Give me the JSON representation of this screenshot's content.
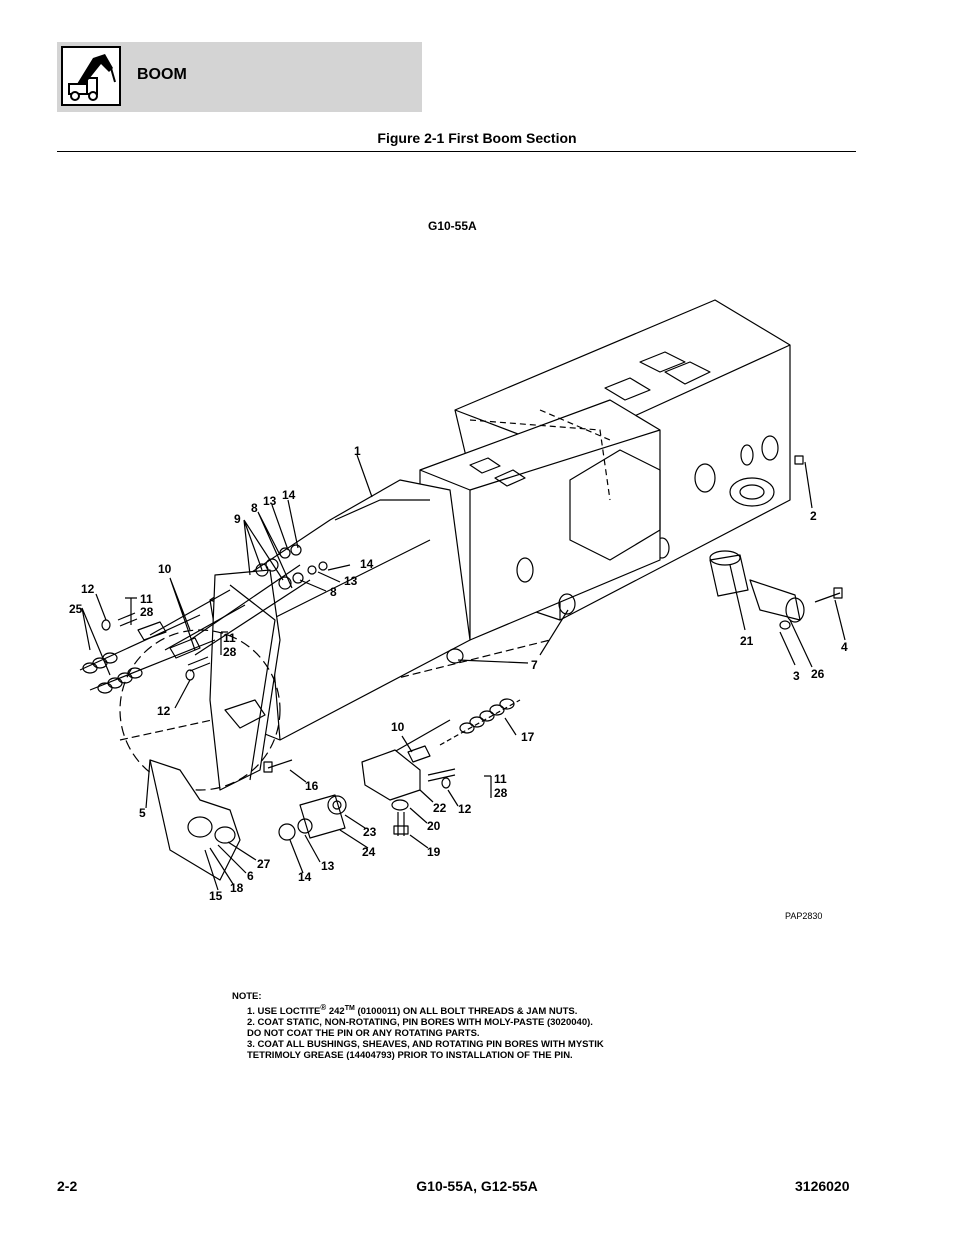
{
  "header": {
    "section_title": "BOOM",
    "logo_icon": "telehandler-icon"
  },
  "figure": {
    "title": "Figure 2-1 First Boom Section",
    "model_label": "G10-55A",
    "drawing_id": "PAP2830",
    "callouts": [
      "1",
      "2",
      "3",
      "4",
      "5",
      "6",
      "7",
      "8",
      "9",
      "10",
      "11",
      "12",
      "13",
      "14",
      "15",
      "16",
      "17",
      "18",
      "19",
      "20",
      "21",
      "22",
      "23",
      "24",
      "25",
      "26",
      "27",
      "28"
    ]
  },
  "notes": {
    "heading": "NOTE:",
    "line1_prefix": "1. USE LOCTITE",
    "line1_reg": "®",
    "line1_num": " 242",
    "line1_tm": "TM",
    "line1_suffix": " (0100011) ON ALL BOLT THREADS & JAM NUTS.",
    "line2": "2. COAT STATIC, NON-ROTATING, PIN BORES WITH MOLY-PASTE (3020040).",
    "line3": "DO NOT COAT THE PIN OR ANY ROTATING PARTS.",
    "line4": "3. COAT ALL BUSHINGS, SHEAVES, AND ROTATING PIN BORES WITH MYSTIK",
    "line5": "TETRIMOLY GREASE (14404793) PRIOR TO INSTALLATION OF THE PIN."
  },
  "footer": {
    "page_number": "2-2",
    "models": "G10-55A, G12-55A",
    "manual_number": "3126020"
  }
}
